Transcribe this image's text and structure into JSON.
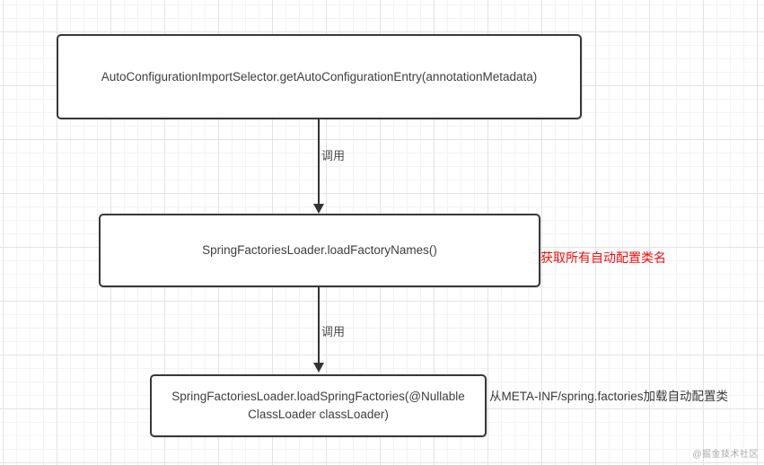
{
  "diagram": {
    "nodes": [
      {
        "id": "get-auto-configuration-entry",
        "label": "AutoConfigurationImportSelector.getAutoConfigurationEntry(annotationMetadata)"
      },
      {
        "id": "load-factory-names",
        "label": "SpringFactoriesLoader.loadFactoryNames()"
      },
      {
        "id": "load-spring-factories",
        "label": "SpringFactoriesLoader.loadSpringFactories(@Nullable ClassLoader classLoader)"
      }
    ],
    "edges": [
      {
        "from": 0,
        "to": 1,
        "label": "调用"
      },
      {
        "from": 1,
        "to": 2,
        "label": "调用"
      }
    ],
    "annotations": [
      {
        "text": "获取所有自动配置类名",
        "color": "#fb0b0b"
      },
      {
        "text": "从META-INF/spring.factories加载自动配置类",
        "color": "#3a3a3a"
      }
    ]
  },
  "watermark": {
    "text": "@掘金技术社区"
  },
  "colors": {
    "background": "#ffffff",
    "grid_minor": "#f3f3f3",
    "grid_major": "#e3e3e3",
    "node_border": "#383838",
    "node_fill": "#ffffff",
    "node_text": "#3e3e3e",
    "edge": "#333333",
    "annotation_red": "#fb0b0b",
    "annotation_dark": "#3a3a3a"
  }
}
